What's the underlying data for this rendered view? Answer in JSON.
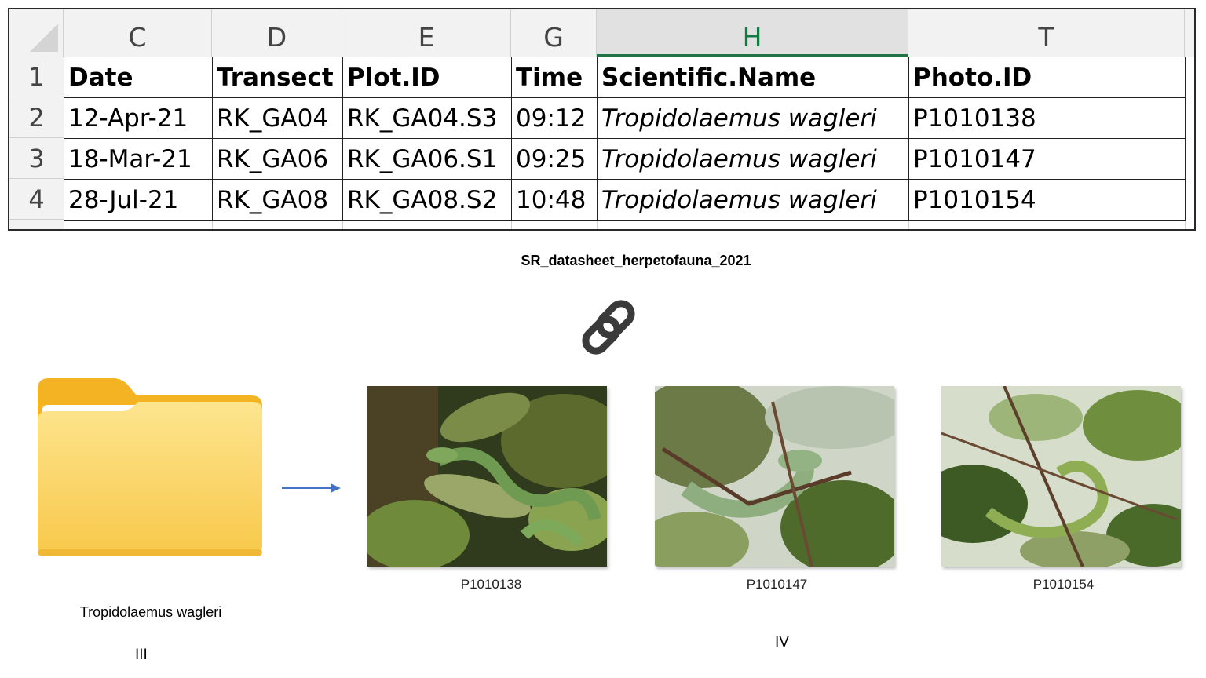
{
  "spreadsheet": {
    "column_letters": [
      "C",
      "D",
      "E",
      "G",
      "H",
      "T"
    ],
    "selected_column": "H",
    "row_numbers": [
      "1",
      "2",
      "3",
      "4"
    ],
    "header_row": [
      "Date",
      "Transect",
      "Plot.ID",
      "Time",
      "Scientific.Name",
      "Photo.ID"
    ],
    "rows": [
      [
        "12-Apr-21",
        "RK_GA04",
        "RK_GA04.S3",
        "09:12",
        "Tropidolaemus wagleri",
        "P1010138"
      ],
      [
        "18-Mar-21",
        "RK_GA06",
        "RK_GA06.S1",
        "09:25",
        "Tropidolaemus wagleri",
        "P1010147"
      ],
      [
        "28-Jul-21",
        "RK_GA08",
        "RK_GA08.S2",
        "10:48",
        "Tropidolaemus wagleri",
        "P1010154"
      ]
    ]
  },
  "sheet_caption": "SR_datasheet_herpetofauna_2021",
  "link_icon": "link-chain-icon",
  "folder": {
    "icon": "folder-icon",
    "label": "Tropidolaemus wagleri",
    "color": "#f9c62f"
  },
  "photos": [
    {
      "label": "P1010138"
    },
    {
      "label": "P1010147"
    },
    {
      "label": "P1010154"
    }
  ],
  "markers": {
    "folder_marker": "III",
    "photos_marker": "IV"
  },
  "colors": {
    "arrow": "#4472c4",
    "selected_column_accent": "#217346"
  }
}
